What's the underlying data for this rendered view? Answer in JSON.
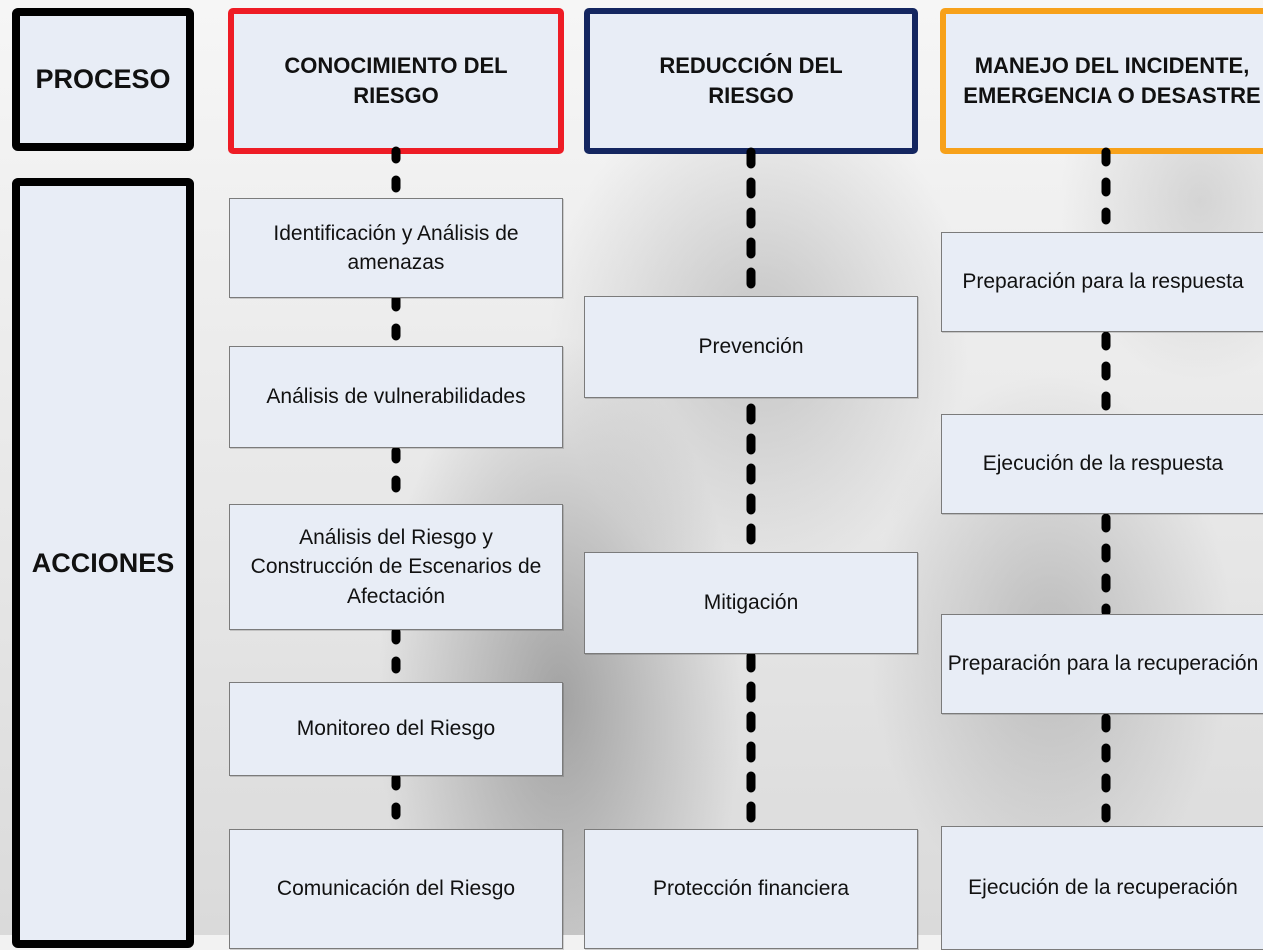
{
  "side": {
    "proceso": "PROCESO",
    "acciones": "ACCIONES"
  },
  "columns": [
    {
      "title": "CONOCIMIENTO DEL RIESGO",
      "border_color": "#ee1c25",
      "actions": [
        "Identificación y Análisis de amenazas",
        "Análisis de vulnerabilidades",
        "Análisis del Riesgo y Construcción de Escenarios de Afectación",
        "Monitoreo del Riesgo",
        "Comunicación del Riesgo"
      ]
    },
    {
      "title": "REDUCCIÓN DEL RIESGO",
      "border_color": "#142660",
      "actions": [
        "Prevención",
        "Mitigación",
        "Protección financiera"
      ]
    },
    {
      "title": "MANEJO DEL INCIDENTE, EMERGENCIA O DESASTRE",
      "border_color": "#f7a11a",
      "actions": [
        "Preparación para la respuesta",
        "Ejecución de la respuesta",
        "Preparación para la recuperación",
        "Ejecución de la recuperación"
      ]
    }
  ]
}
